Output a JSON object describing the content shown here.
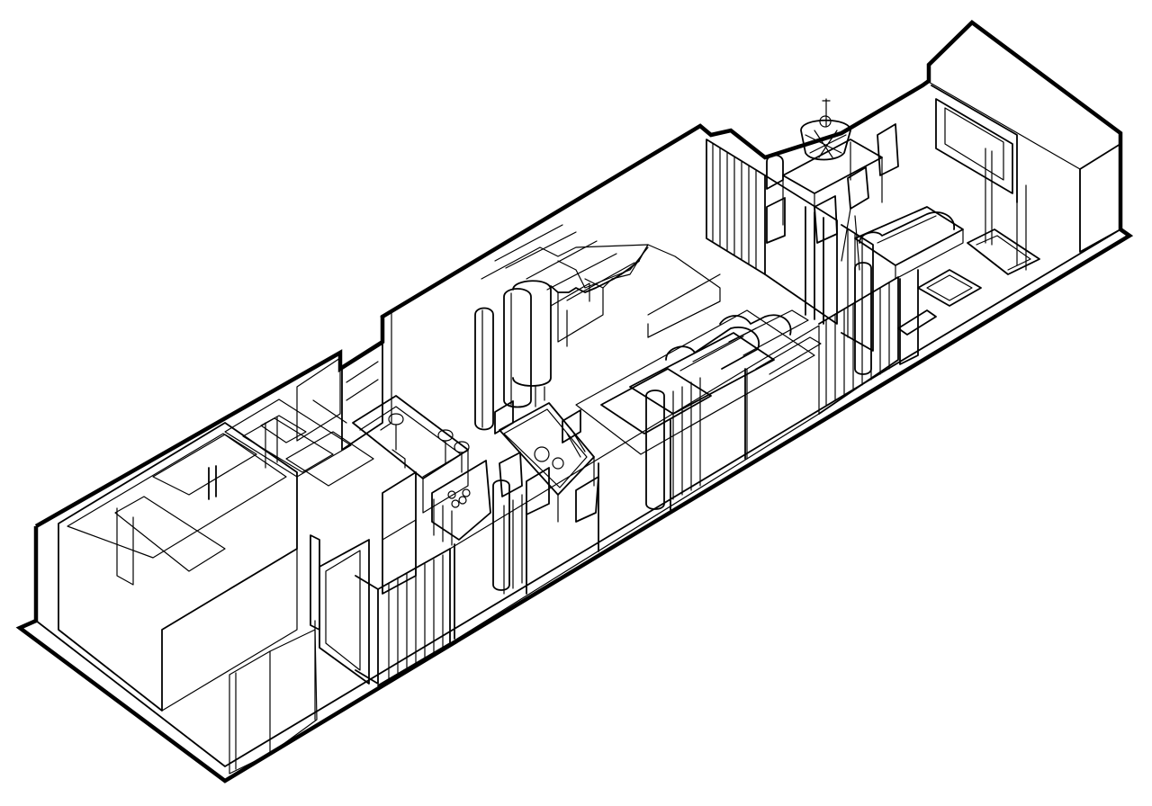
{
  "drawing": {
    "kind": "isometric-floor-plan",
    "line_color": "#000000",
    "background": "#ffffff",
    "spaces": [
      {
        "id": "bathroom-block"
      },
      {
        "id": "kitchen"
      },
      {
        "id": "staircase"
      },
      {
        "id": "dining-area"
      },
      {
        "id": "living-area"
      },
      {
        "id": "terrace-dining"
      },
      {
        "id": "back-lounge"
      }
    ]
  }
}
